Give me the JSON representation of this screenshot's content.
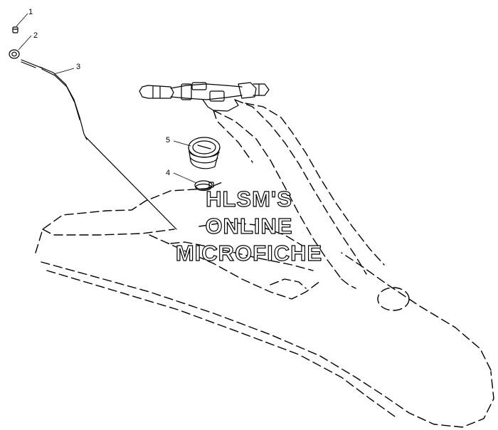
{
  "callouts": [
    {
      "id": "callout-1",
      "label": "1"
    },
    {
      "id": "callout-2",
      "label": "2"
    },
    {
      "id": "callout-3",
      "label": "3"
    },
    {
      "id": "callout-4",
      "label": "4"
    },
    {
      "id": "callout-5",
      "label": "5"
    }
  ],
  "watermark": {
    "line1": "HLSM'S",
    "line2": "ONLINE",
    "line3": "MICROFICHE"
  },
  "colors": {
    "background": "#ffffff",
    "ink": "#000000"
  }
}
